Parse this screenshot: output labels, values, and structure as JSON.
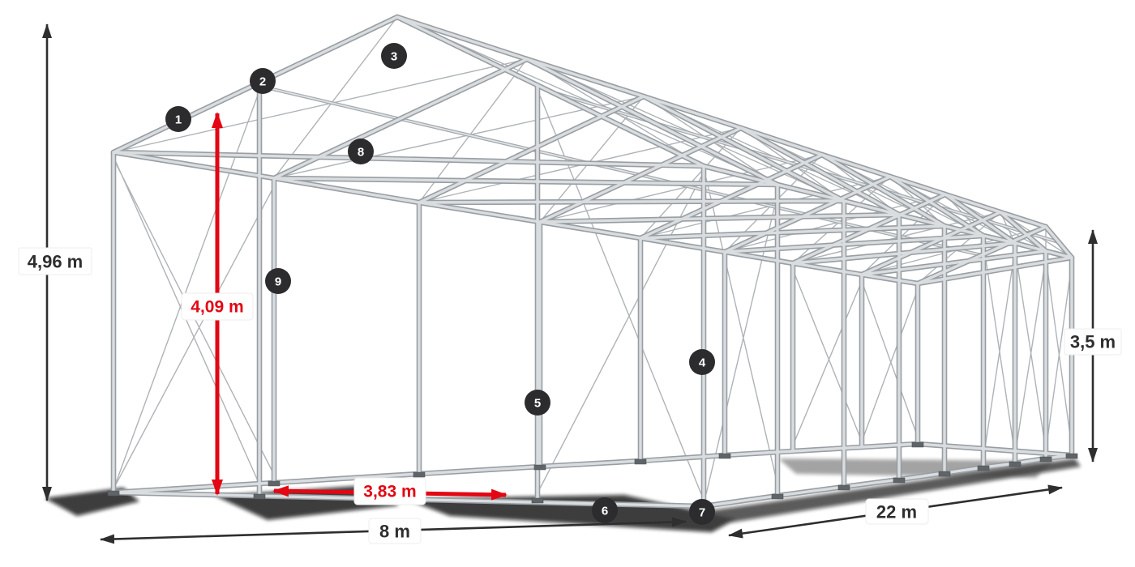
{
  "dimensions": {
    "ridge_height": "4,96 m",
    "clearance_height": "4,09 m",
    "clearance_width": "3,83 m",
    "wall_height": "3,5 m",
    "width": "8 m",
    "length": "22 m"
  },
  "badges": [
    "1",
    "2",
    "3",
    "4",
    "5",
    "6",
    "7",
    "8",
    "9"
  ],
  "colors": {
    "accent-red": "#e30613",
    "dim-color": "#2e2e2e",
    "badge-bg": "#2c2c2e",
    "tube-light": "#dadde0",
    "tube-dark": "#989ea2"
  }
}
